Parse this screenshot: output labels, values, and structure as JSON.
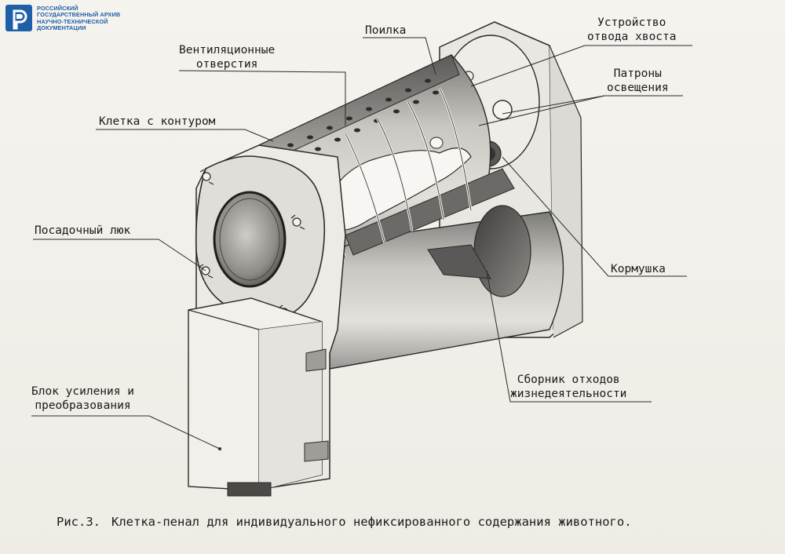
{
  "archive_logo": {
    "lines": [
      "РОССИЙСКИЙ",
      "ГОСУДАРСТВЕННЫЙ АРХИВ",
      "НАУЧНО-ТЕХНИЧЕСКОЙ",
      "ДОКУМЕНТАЦИИ"
    ],
    "color": "#1f5fa8"
  },
  "labels": {
    "ventilation": [
      "Вентиляционные",
      "отверстия"
    ],
    "drinker": "Поилка",
    "tail": [
      "Устройство",
      "отвода хвоста"
    ],
    "lighting": [
      "Патроны",
      "освещения"
    ],
    "cage_contour": "Клетка с контуром",
    "hatch": "Посадочный люк",
    "feeder": "Кормушка",
    "waste": [
      "Сборник отходов",
      "жизнедеятельности"
    ],
    "amplifier": [
      "Блок усиления и",
      "преобразования"
    ]
  },
  "caption": {
    "number": "Рис.3.",
    "text": "Клетка-пенал для индивидуального нефиксированного  содержания животного."
  }
}
